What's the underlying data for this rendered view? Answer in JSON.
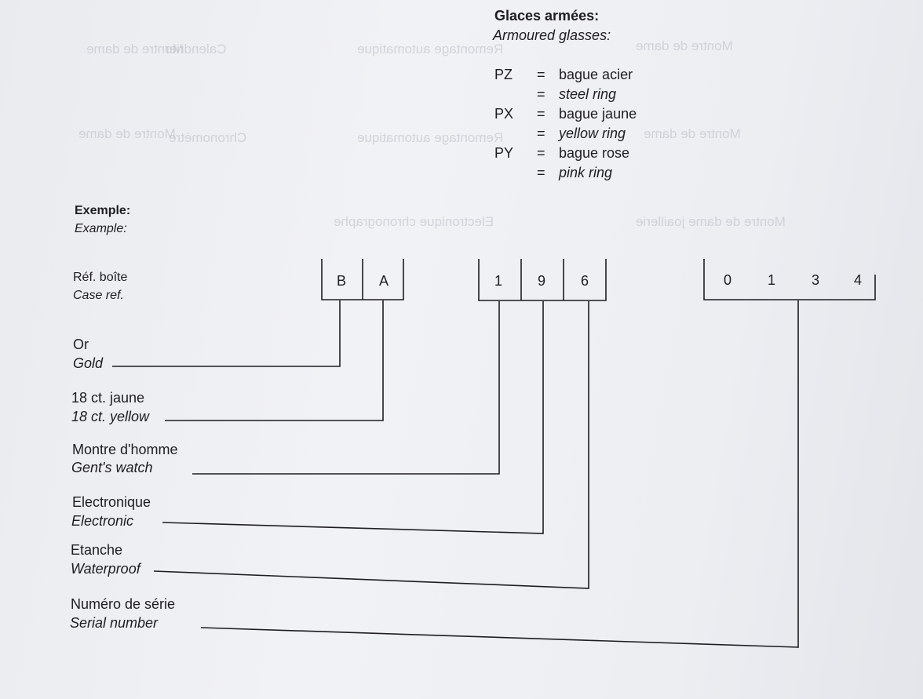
{
  "glasses": {
    "title": "Glaces armées:",
    "subtitle": "Armoured glasses:",
    "rows": [
      {
        "code": "PZ",
        "eq": "=",
        "fr": "bague acier"
      },
      {
        "code": "",
        "eq": "=",
        "en": "steel ring"
      },
      {
        "code": "PX",
        "eq": "=",
        "fr": "bague jaune"
      },
      {
        "code": "",
        "eq": "=",
        "en": "yellow ring"
      },
      {
        "code": "PY",
        "eq": "=",
        "fr": "bague rose"
      },
      {
        "code": "",
        "eq": "=",
        "en": "pink ring"
      }
    ]
  },
  "example": {
    "fr": "Exemple:",
    "en": "Example:"
  },
  "case_ref": {
    "fr": "Réf. boîte",
    "en": "Case ref."
  },
  "boxes": {
    "case": [
      "B",
      "A"
    ],
    "model": [
      "1",
      "9",
      "6"
    ],
    "serial": [
      "0",
      "1",
      "3",
      "4"
    ]
  },
  "labels": [
    {
      "fr": "Or",
      "en": "Gold"
    },
    {
      "fr": "18 ct. jaune",
      "en": "18 ct. yellow"
    },
    {
      "fr": "Montre d'homme",
      "en": "Gent's watch"
    },
    {
      "fr": "Electronique",
      "en": "Electronic"
    },
    {
      "fr": "Etanche",
      "en": "Waterproof"
    },
    {
      "fr": "Numéro de série",
      "en": "Serial number"
    }
  ],
  "colors": {
    "ink": "#1d1d22",
    "paper": "#eceef2"
  }
}
